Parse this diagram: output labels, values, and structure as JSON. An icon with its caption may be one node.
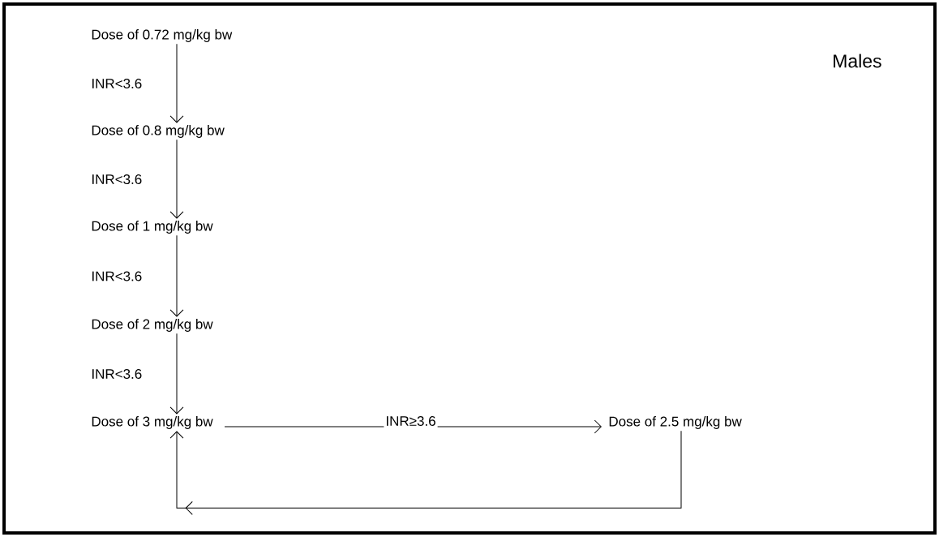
{
  "diagram": {
    "nodes": [
      {
        "text": [
          "Dose of 0.72 mg/kg bw"
        ]
      },
      {
        "text": [
          "Dose of 0.8 mg/kg bw"
        ]
      },
      {
        "text": [
          "Dose of 1 mg/kg bw"
        ]
      },
      {
        "text": [
          "Dose of 2 mg/kg bw"
        ]
      },
      {
        "text": [
          "Dose of 3 mg/kg bw"
        ]
      },
      {
        "text": [
          "Dose of 2.5 mg/kg bw"
        ]
      }
    ],
    "edges": [
      {
        "from": 0,
        "to": 1,
        "arrow": "to",
        "label": "INR<3.6"
      },
      {
        "from": 1,
        "to": 2,
        "arrow": "to",
        "label": "INR<3.6"
      },
      {
        "from": 2,
        "to": 3,
        "arrow": "to",
        "label": "INR<3.6"
      },
      {
        "from": 3,
        "to": 4,
        "arrow": "to",
        "label": "INR<3.6"
      },
      {
        "from": 4,
        "to": 5,
        "arrow": "to",
        "label": "INR≥3.6"
      },
      {
        "from": 5,
        "to": 4,
        "arrow": "to"
      }
    ],
    "labels": [
      "Males"
    ]
  }
}
